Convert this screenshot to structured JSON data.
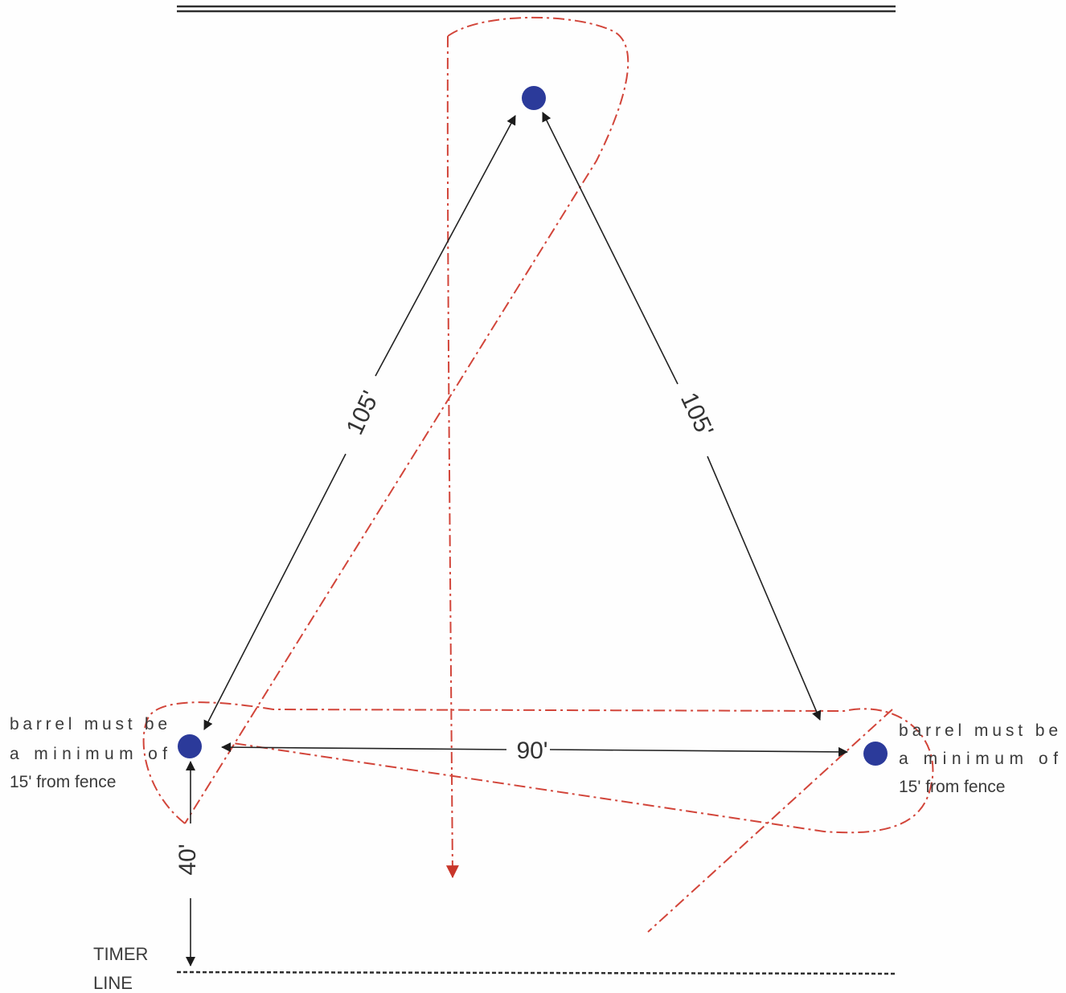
{
  "colors": {
    "barrel": "#2b3a9a",
    "pattern_path": "#d2453a",
    "lines": "#222222",
    "fence": "#333333"
  },
  "icons": {
    "barrel": "circle-marker",
    "arrowhead": "triangle-arrowhead"
  },
  "dimensions": {
    "left_leg": "105'",
    "right_leg": "105'",
    "base": "90'",
    "to_timer_line": "40'"
  },
  "notes": {
    "left_barrel": [
      "barrel must be",
      "a minimum of",
      "15' from fence"
    ],
    "right_barrel": [
      "barrel must be",
      "a minimum of",
      "15' from fence"
    ]
  },
  "timer_line": {
    "line1": "TIMER",
    "line2": "LINE"
  }
}
